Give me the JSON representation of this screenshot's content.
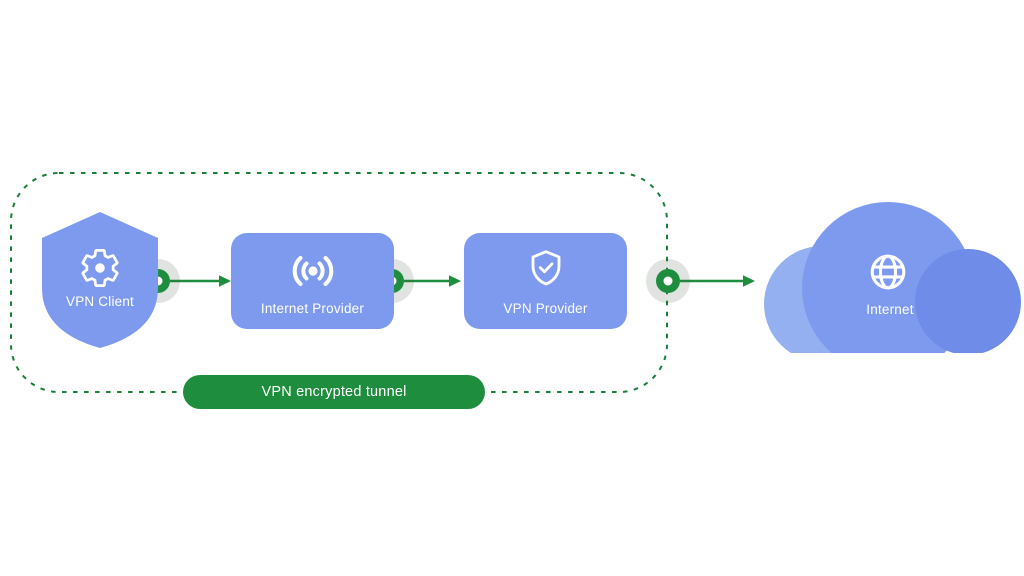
{
  "colors": {
    "node_blue": "#7D9AEE",
    "cloud_light_blue": "#94B0F1",
    "cloud_dark_blue": "#6E8CE8",
    "arrow_green": "#1E8E3E",
    "tunnel_border_green": "#188038",
    "dot_halo": "rgba(70,82,70,0.16)",
    "icon_white": "#FFFFFF"
  },
  "nodes": {
    "vpn_client": {
      "label": "VPN Client",
      "icon": "gear-icon",
      "shape": "shield"
    },
    "internet_provider": {
      "label": "Internet Provider",
      "icon": "signal-icon",
      "shape": "rounded-rect"
    },
    "vpn_provider": {
      "label": "VPN Provider",
      "icon": "shield-check-icon",
      "shape": "rounded-rect"
    },
    "internet": {
      "label": "Internet",
      "icon": "globe-icon",
      "shape": "cloud"
    }
  },
  "tunnel": {
    "label": "VPN encrypted tunnel"
  },
  "connections": [
    {
      "from": "vpn_client",
      "to": "internet_provider"
    },
    {
      "from": "internet_provider",
      "to": "vpn_provider"
    },
    {
      "from": "vpn_provider",
      "to": "internet"
    }
  ]
}
